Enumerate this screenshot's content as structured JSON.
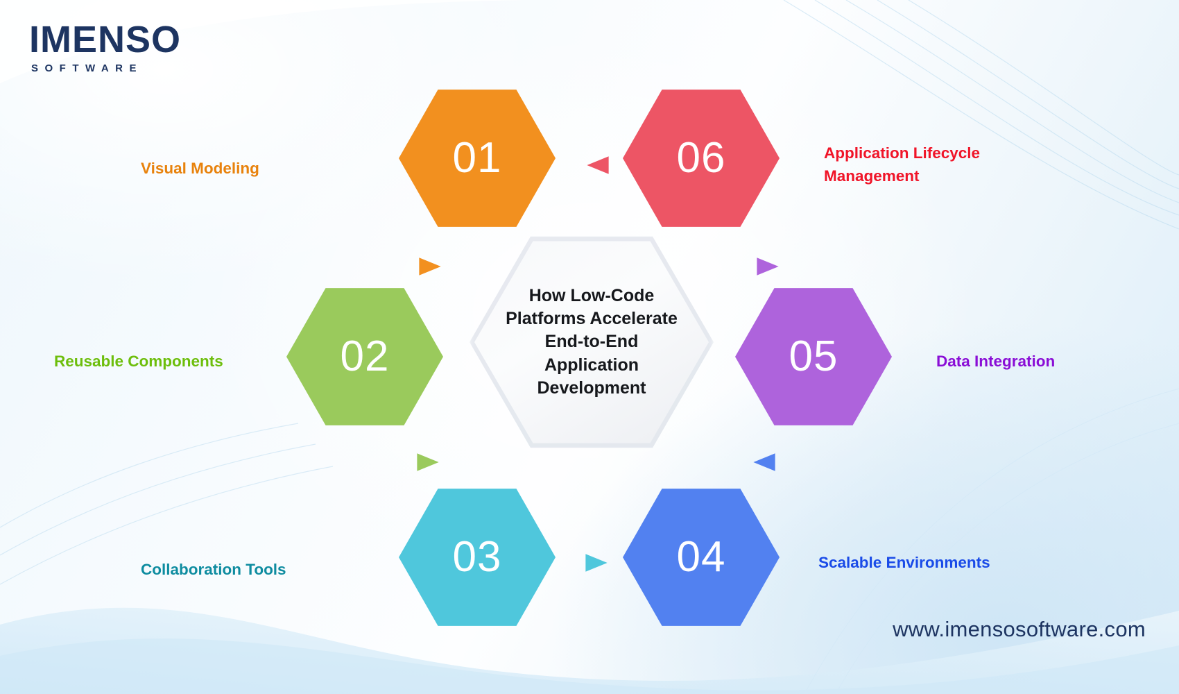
{
  "brand": {
    "logo_word": "IMENSO",
    "logo_sub": "SOFTWARE",
    "logo_color": "#1d3461",
    "website": "www.imensosoftware.com"
  },
  "center": {
    "title": "How Low-Code Platforms Accelerate End-to-End Application Development",
    "fill": "#f4f5f7"
  },
  "steps": [
    {
      "number": "01",
      "label": "Visual Modeling",
      "hex_color": "#F2901F",
      "label_color": "#E8820C",
      "side": "left",
      "arrow_color": "#F2901F",
      "arrow_dir": "right"
    },
    {
      "number": "02",
      "label": "Reusable Components",
      "hex_color": "#9ACA5C",
      "label_color": "#6DBE0C",
      "side": "left",
      "arrow_color": "#9ACA5C",
      "arrow_dir": "right"
    },
    {
      "number": "03",
      "label": "Collaboration Tools",
      "hex_color": "#4FC7DC",
      "label_color": "#0E8CA0",
      "side": "left",
      "arrow_color": "#4FC7DC",
      "arrow_dir": "right"
    },
    {
      "number": "04",
      "label": "Scalable Environments",
      "hex_color": "#5281F0",
      "label_color": "#1A4BE8",
      "side": "right",
      "arrow_color": "#5281F0",
      "arrow_dir": "left"
    },
    {
      "number": "05",
      "label": "Data Integration",
      "hex_color": "#AE63DC",
      "label_color": "#8A0ED6",
      "side": "right",
      "arrow_color": "#AE63DC",
      "arrow_dir": "right"
    },
    {
      "number": "06",
      "label": "Application Lifecycle\nManagement",
      "hex_color": "#ED5565",
      "label_color": "#F01428",
      "side": "right",
      "arrow_color": "#ED5565",
      "arrow_dir": "left"
    }
  ]
}
